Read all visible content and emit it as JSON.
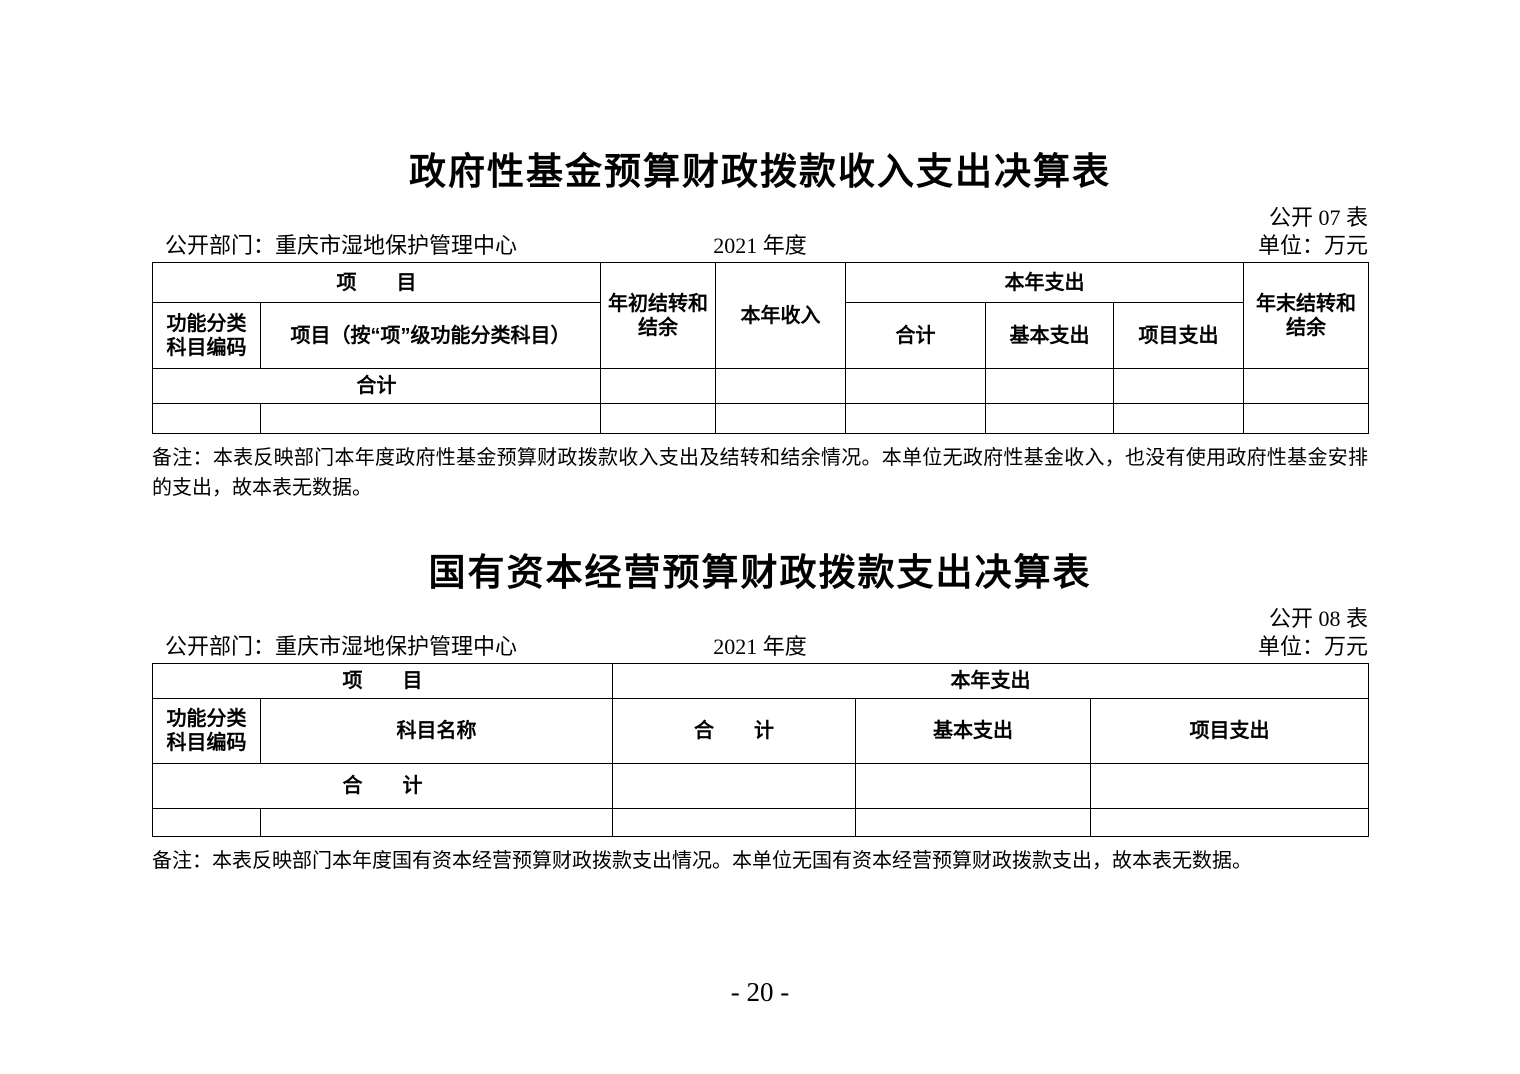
{
  "page": {
    "number": "- 20 -"
  },
  "section1": {
    "title": "政府性基金预算财政拨款收入支出决算表",
    "table_code": "公开 07 表",
    "department": "公开部门：重庆市湿地保护管理中心",
    "year": "2021 年度",
    "unit": "单位：万元",
    "header": {
      "item_group": "项　　目",
      "code": "功能分类\n科目编码",
      "item": "项目（按“项”级功能分类科目）",
      "begin_balance": "年初结转和\n结余",
      "income": "本年收入",
      "expense_group": "本年支出",
      "expense_total": "合计",
      "expense_basic": "基本支出",
      "expense_project": "项目支出",
      "end_balance": "年末结转和\n结余"
    },
    "total_row_label": "合计",
    "note": "备注：本表反映部门本年度政府性基金预算财政拨款收入支出及结转和结余情况。本单位无政府性基金收入，也没有使用政府性基金安排的支出，故本表无数据。"
  },
  "section2": {
    "title": "国有资本经营预算财政拨款支出决算表",
    "table_code": "公开 08 表",
    "department": "公开部门：重庆市湿地保护管理中心",
    "year": "2021 年度",
    "unit": "单位：万元",
    "header": {
      "item_group": "项　　目",
      "expense_group": "本年支出",
      "code": "功能分类\n科目编码",
      "subject_name": "科目名称",
      "expense_total": "合　　计",
      "expense_basic": "基本支出",
      "expense_project": "项目支出"
    },
    "total_row_label": "合　　计",
    "note": "备注：本表反映部门本年度国有资本经营预算财政拨款支出情况。本单位无国有资本经营预算财政拨款支出，故本表无数据。"
  }
}
